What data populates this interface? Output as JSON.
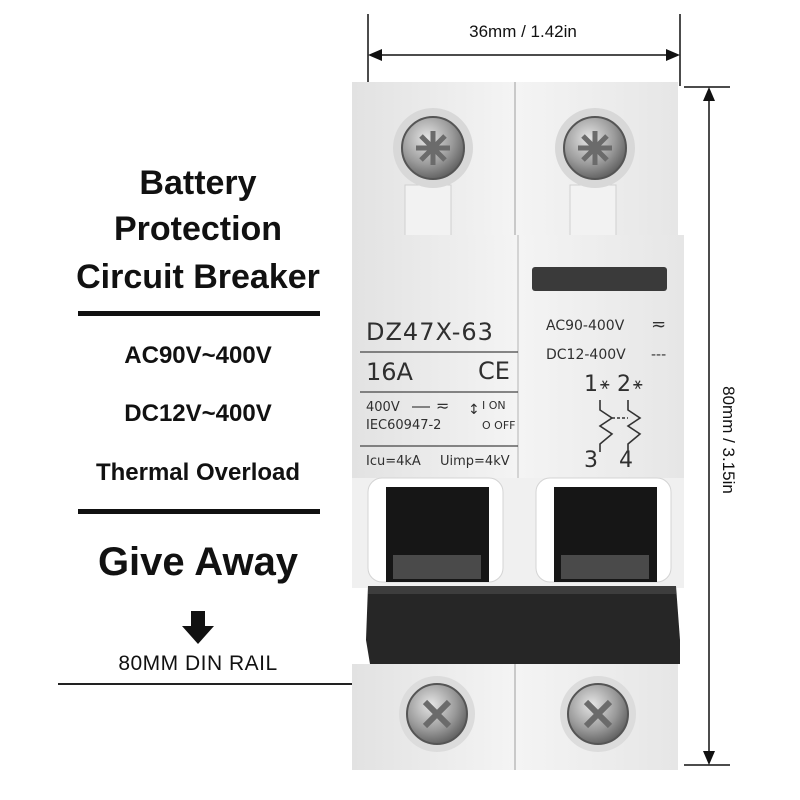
{
  "left_panel": {
    "title_lines": [
      "Battery",
      "Protection",
      "Circuit Breaker"
    ],
    "spec_ac": "AC90V~400V",
    "spec_dc": "DC12V~400V",
    "spec_thermal": "Thermal Overload",
    "give_away": "Give Away",
    "din_rail": "80MM DIN RAIL"
  },
  "dimensions": {
    "width_label": "36mm / 1.42in",
    "height_label": "80mm / 3.15in"
  },
  "breaker": {
    "model": "DZ47X-63",
    "current": "16A",
    "ce_mark": "CE",
    "voltage_dc": "400V",
    "on_label": "I ON",
    "off_label": "O OFF",
    "standard": "IEC60947-2",
    "icu": "Icu=4kA",
    "uimp": "Uimp=4kV",
    "ac_rating": "AC90-400V",
    "dc_rating": "DC12-400V",
    "terminal_1": "1",
    "terminal_2": "2",
    "terminal_3": "3",
    "terminal_4": "4"
  },
  "colors": {
    "body": "#eeeeee",
    "handle": "#1a1a1a",
    "text": "#111111"
  }
}
